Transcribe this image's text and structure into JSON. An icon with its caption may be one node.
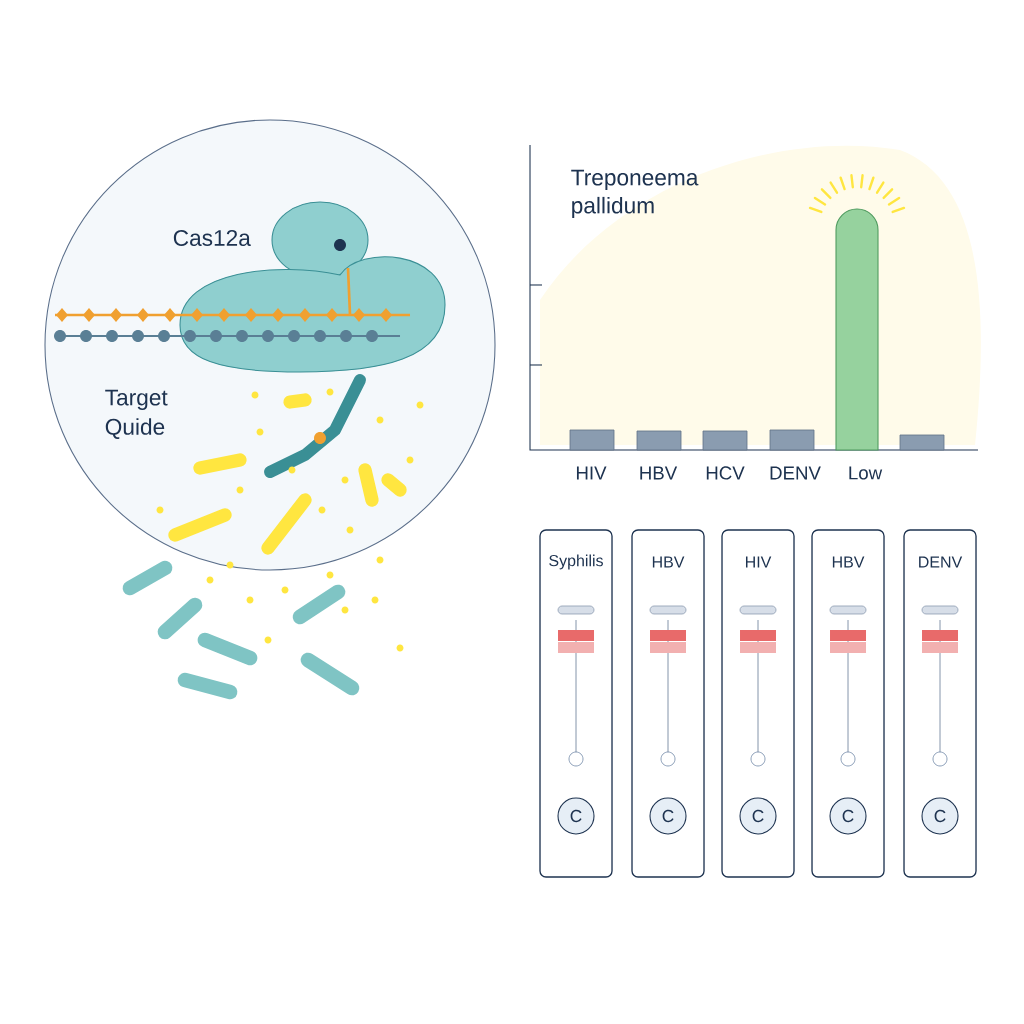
{
  "diagram": {
    "nodes": [
      {
        "text": [
          "Cas12a",
          "Target Quide"
        ]
      },
      {
        "text": [
          "Syphilis"
        ]
      },
      {
        "text": [
          "C"
        ],
        "in": 1
      },
      {
        "text": [
          "HBV"
        ]
      },
      {
        "text": [
          "C"
        ],
        "in": 3
      },
      {
        "text": [
          "HIV"
        ]
      },
      {
        "text": [
          "C"
        ],
        "in": 5
      },
      {
        "text": [
          "HBV"
        ]
      },
      {
        "text": [
          "C"
        ],
        "in": 7
      },
      {
        "text": [
          "DENV"
        ]
      },
      {
        "text": [
          "C"
        ],
        "in": 9
      }
    ],
    "labels": [
      "Treponeema pallidum",
      "HIV",
      "HBV",
      "HCV",
      "DENV",
      "Low"
    ]
  }
}
